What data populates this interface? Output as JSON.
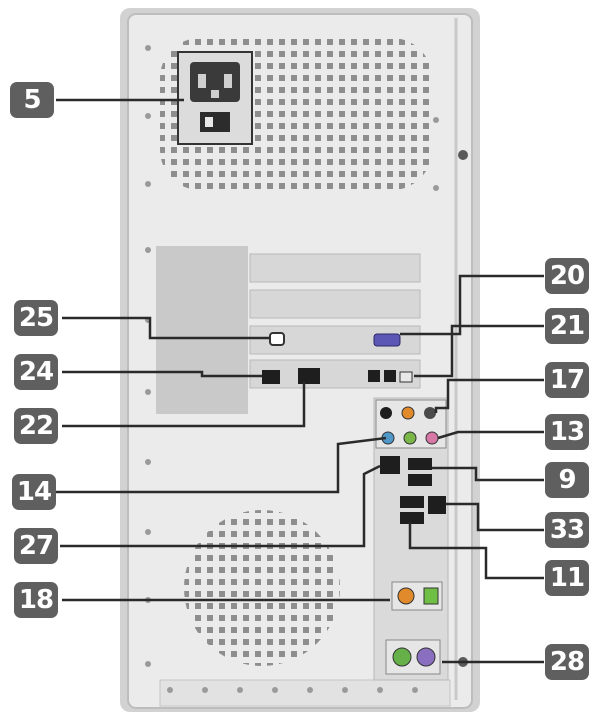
{
  "diagram": {
    "subject": "Computer tower rear panel",
    "callouts": {
      "c5": "5",
      "c20": "20",
      "c25": "25",
      "c21": "21",
      "c24": "24",
      "c17": "17",
      "c22": "22",
      "c13": "13",
      "c14": "14",
      "c9": "9",
      "c27": "27",
      "c33": "33",
      "c11": "11",
      "c18": "18",
      "c28": "28"
    }
  },
  "colors": {
    "case": "#ebebeb",
    "case_edge": "#bdbdbd",
    "callout_badge": "#5f5f5f",
    "leader_line": "#2a2a2a",
    "audio_blue": "#4f98c8",
    "audio_green": "#7ab648",
    "audio_pink": "#d778a7",
    "audio_orange": "#e08a2c",
    "ps2_purple": "#8a6fc0",
    "ps2_green": "#66b04a"
  }
}
